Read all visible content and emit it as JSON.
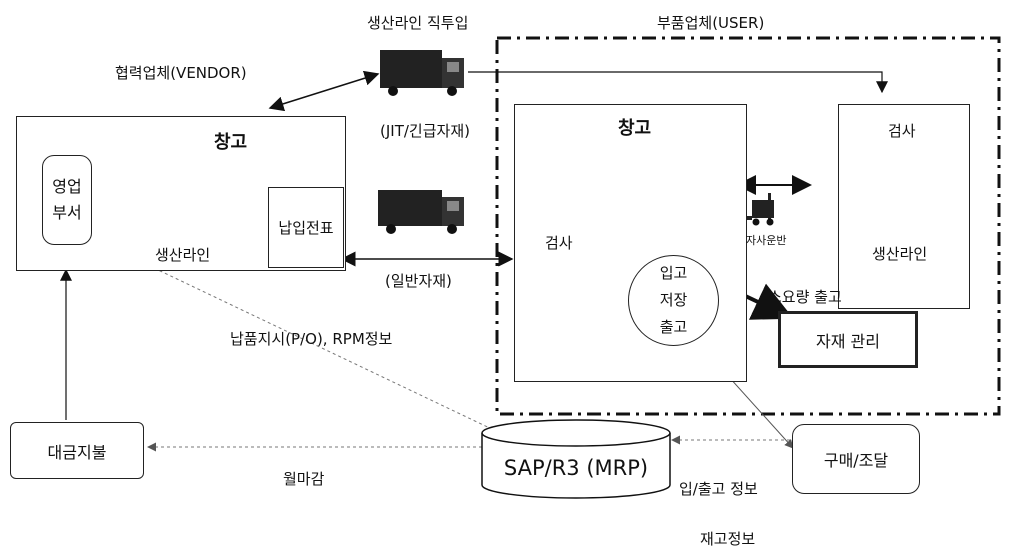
{
  "titles": {
    "vendor": "협력업체(VENDOR)",
    "user": "부품업체(USER)",
    "direct_feed": "생산라인 직투입"
  },
  "vendor": {
    "sales_line1": "영업",
    "sales_line2": "부서",
    "warehouse": "창고",
    "production_line": "생산라인",
    "delivery_slip": "납입전표"
  },
  "flows": {
    "jit": "(JIT/긴급자재)",
    "general": "(일반자재)",
    "delivery_instruction": "납품지시(P/O), RPM정보",
    "monthly_close": "월마감",
    "in_out_info": "입/출고 정보",
    "stock_info": "재고정보",
    "consumption_release": "소요량 출고"
  },
  "user": {
    "warehouse": "창고",
    "inspection_left": "검사",
    "inspection_right": "검사",
    "stock_in": "입고",
    "store": "저장",
    "stock_out": "출고",
    "self_transport": "자사운반",
    "production_line": "생산라인",
    "material_mgmt": "자재 관리"
  },
  "bottom": {
    "payment": "대금지불",
    "sap": "SAP/R3 (MRP)",
    "purchasing": "구매/조달"
  }
}
